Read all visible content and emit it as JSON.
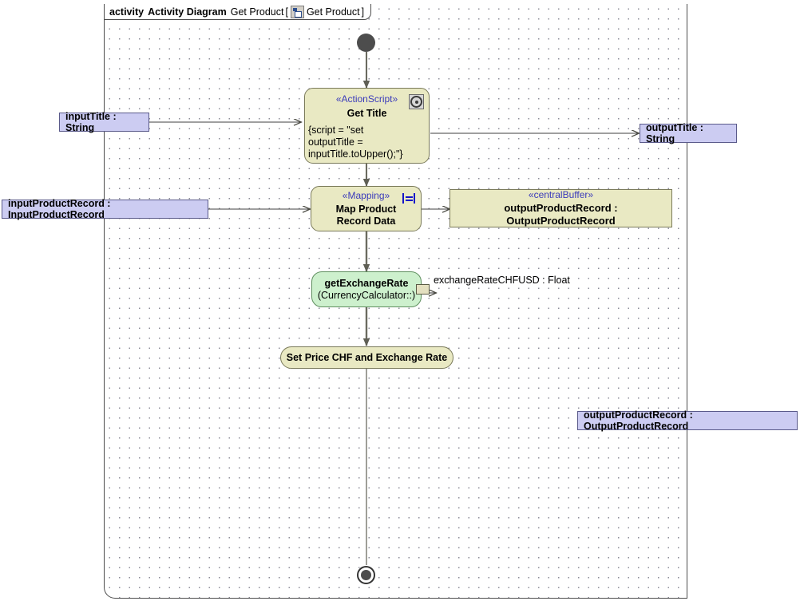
{
  "frame": {
    "keyword": "activity",
    "type_label": "Activity Diagram",
    "name": "Get Product",
    "bracket_open": "[",
    "icon": "activity-diagram-icon",
    "qualified_name": "Get Product",
    "bracket_close": "]"
  },
  "nodes": {
    "initial": {
      "name": "initial-node"
    },
    "final": {
      "name": "activity-final-node"
    },
    "get_title": {
      "stereotype": "«ActionScript»",
      "name": "Get Title",
      "body_line1": "{script = \"set",
      "body_line2": "outputTitle =",
      "body_line3": "inputTitle.toUpper();\"}",
      "icon": "script-gear-icon"
    },
    "map_product": {
      "stereotype": "«Mapping»",
      "name_line1": "Map Product",
      "name_line2": "Record Data",
      "icon": "mapping-icon"
    },
    "central_buffer": {
      "stereotype": "«centralBuffer»",
      "name": "outputProductRecord : OutputProductRecord"
    },
    "get_exchange_rate": {
      "name": "getExchangeRate",
      "subtitle": "(CurrencyCalculator::)",
      "pin_label": "exchangeRateCHFUSD : Float"
    },
    "set_price": {
      "name": "Set Price CHF and Exchange Rate"
    }
  },
  "parameters": {
    "input_title": "inputTitle : String",
    "input_product_record": "inputProductRecord : InputProductRecord",
    "output_title": "outputTitle : String",
    "output_product_record": "outputProductRecord : OutputProductRecord"
  },
  "colors": {
    "action_fill": "#e9e9c3",
    "action_stroke": "#7a7a5a",
    "call_fill": "#cdf0cd",
    "call_stroke": "#5f8f5f",
    "parameter_fill": "#ccccf2",
    "parameter_stroke": "#5a5a8a",
    "stereotype_text": "#3b3bbb",
    "frame_stroke": "#4d4d4d",
    "flow_line": "#6b6b60",
    "background": "#ffffff"
  }
}
